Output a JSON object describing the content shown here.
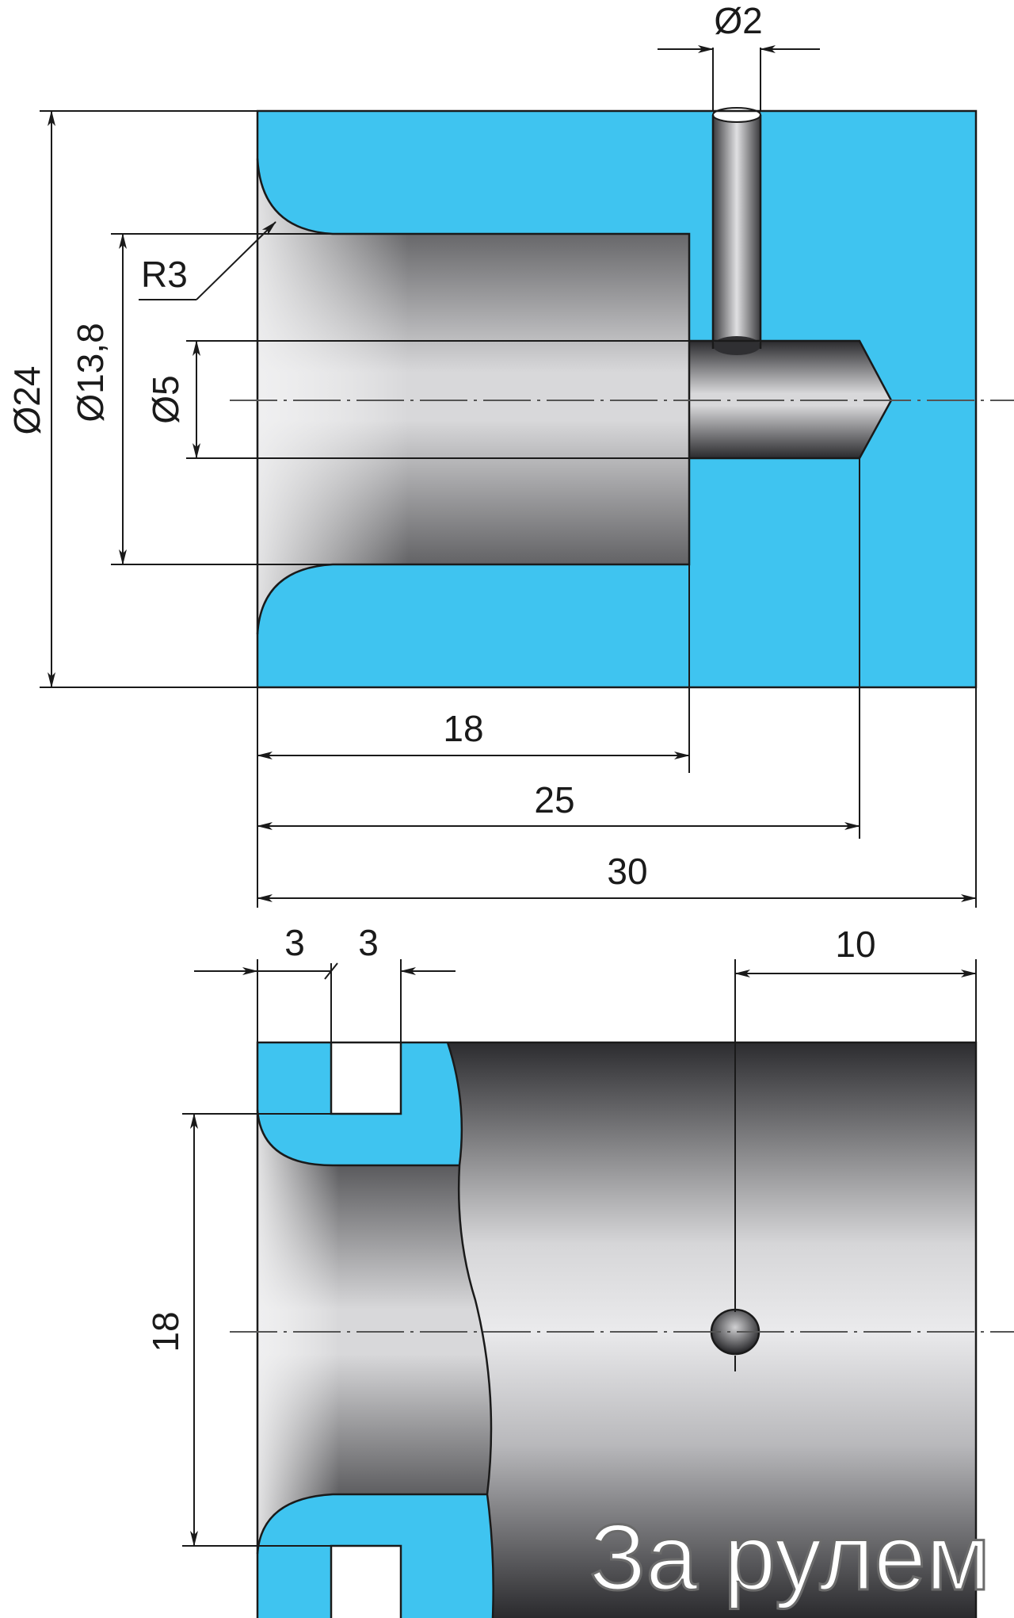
{
  "colors": {
    "material": "#3fc4f0",
    "steel_dark": "#2b2b2e",
    "steel_light": "#e6e6e8",
    "line": "#1a1a1a"
  },
  "top_view": {
    "dia_small_hole": "Ø2",
    "dia_outer": "Ø24",
    "dia_bore": "Ø13,8",
    "dia_center": "Ø5",
    "radius": "R3",
    "len_bore": "18",
    "len_hole": "25",
    "len_total": "30"
  },
  "bottom_view": {
    "slot_a": "3",
    "slot_b": "3",
    "hole_offset": "10",
    "bore_height": "18"
  },
  "watermark": "За рулем"
}
